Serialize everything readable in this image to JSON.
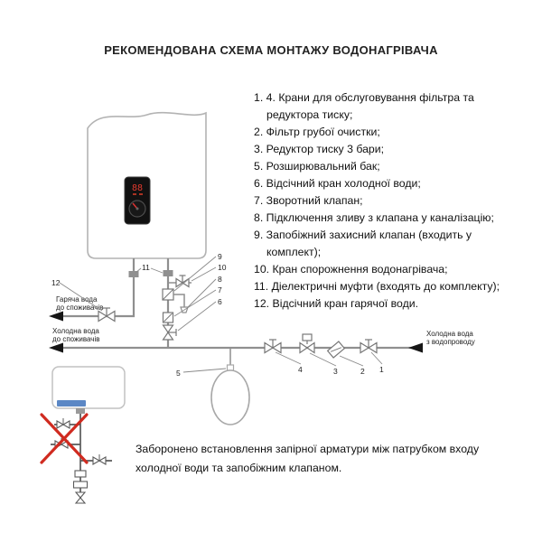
{
  "title": "РЕКОМЕНДОВАНА СХЕМА МОНТАЖУ ВОДОНАГРІВАЧА",
  "legend": {
    "items": [
      "1. 4. Крани для обслуговування фільтра та редуктора тиску;",
      "2. Фільтр грубої очистки;",
      "3. Редуктор тиску 3 бари;",
      "5. Розширювальний бак;",
      "6. Відсічний кран холодної води;",
      "7. Зворотний клапан;",
      "8. Підключення зливу з клапана у каналізацію;",
      "9. Запобіжний захисний клапан (входить у комплект);",
      "10. Кран спорожнення водонагрівача;",
      "11. Діелектричні муфти (входять до комплекту);",
      "12. Відсічний кран гарячої води."
    ]
  },
  "labels": {
    "hot": [
      "Гаряча вода",
      "до споживачів"
    ],
    "cold_out": [
      "Холодна вода",
      "до споживачів"
    ],
    "cold_in": [
      "Холодна вода",
      "з водопроводу"
    ]
  },
  "callouts": {
    "n1": "1",
    "n2": "2",
    "n3": "3",
    "n4": "4",
    "n5": "5",
    "n6": "6",
    "n7": "7",
    "n8": "8",
    "n9": "9",
    "n10": "10",
    "n11": "11",
    "n12": "12"
  },
  "display": {
    "digits": "88"
  },
  "warning": "Заборонено встановлення запірної арматури між патрубком входу холодної води та запобіжним клапаном.",
  "colors": {
    "display_red": "#e03a2f",
    "prohibit_red": "#d02b20",
    "inset_blue": "#5b87c5",
    "pipe_gray": "#8f8f8f"
  }
}
